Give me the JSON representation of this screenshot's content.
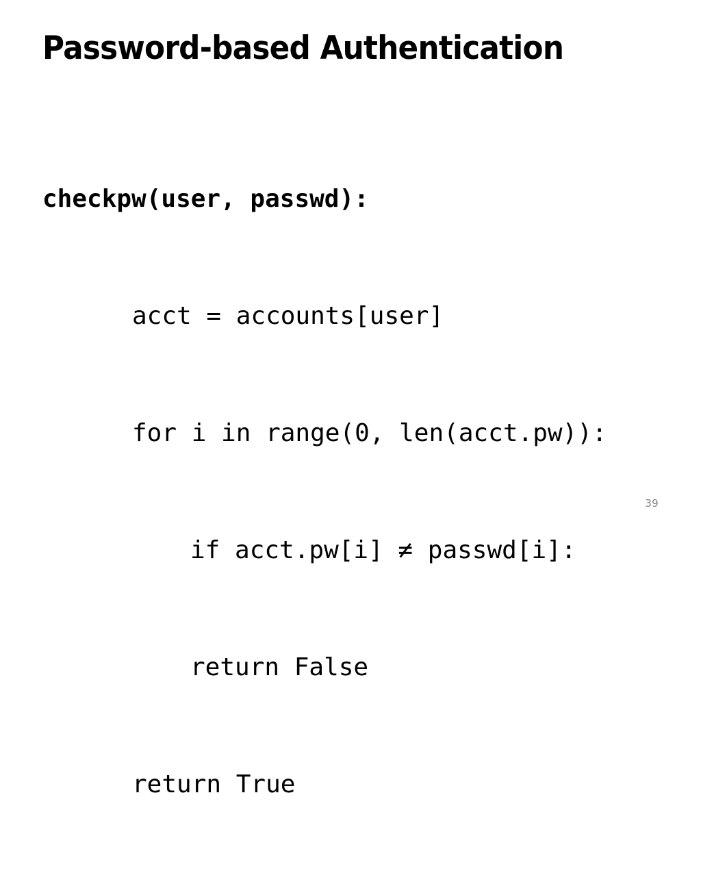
{
  "slide": {
    "title": "Password-based Authentication",
    "page_number": "39",
    "background_color": "#ffffff",
    "text_color": "#000000",
    "page_number_color": "#808080",
    "code": {
      "language": "python",
      "lines": [
        {
          "text": "checkpw(user, passwd):",
          "indent": 0,
          "bold": true
        },
        {
          "text": "acct = accounts[user]",
          "indent": 1,
          "bold": false
        },
        {
          "text": "for i in range(0, len(acct.pw)):",
          "indent": 1,
          "bold": false
        },
        {
          "text": "if acct.pw[i] ≠ passwd[i]:",
          "indent": 2,
          "bold": false
        },
        {
          "text": "return False",
          "indent": 2,
          "bold": false
        },
        {
          "text": "return True",
          "indent": 1,
          "bold": false
        }
      ]
    }
  }
}
